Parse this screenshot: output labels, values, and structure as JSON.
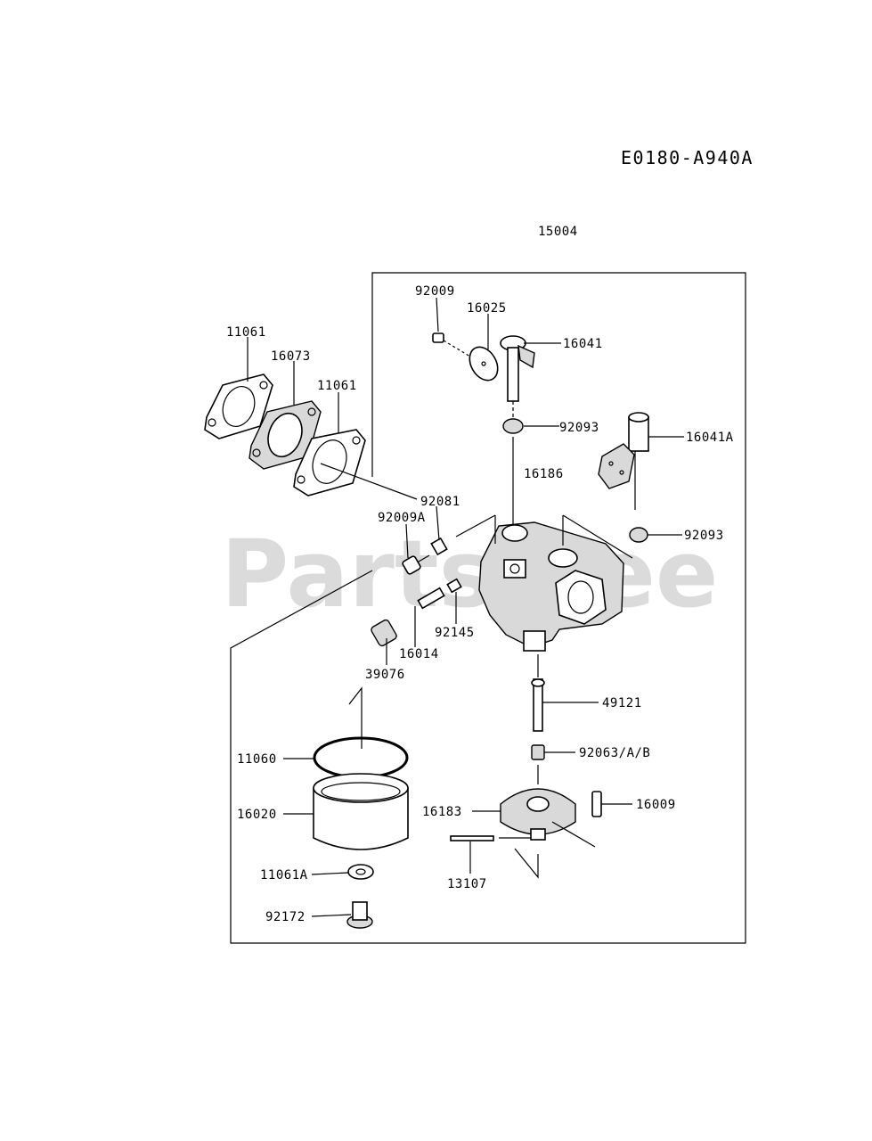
{
  "diagram_code": "E0180-A940A",
  "assembly_number": "15004",
  "watermark": "PartsTree",
  "parts": {
    "p92009": "92009",
    "p16025": "16025",
    "p16041": "16041",
    "p11061_left": "11061",
    "p16073": "16073",
    "p11061_right": "11061",
    "p92093_top": "92093",
    "p16041A": "16041A",
    "p16186": "16186",
    "p92081": "92081",
    "p92009A": "92009A",
    "p92093_right": "92093",
    "p92145": "92145",
    "p16014": "16014",
    "p39076": "39076",
    "p49121": "49121",
    "p11060": "11060",
    "p92063": "92063/A/B",
    "p16020": "16020",
    "p16183": "16183",
    "p16009": "16009",
    "p11061A": "11061A",
    "p13107": "13107",
    "p92172": "92172"
  }
}
